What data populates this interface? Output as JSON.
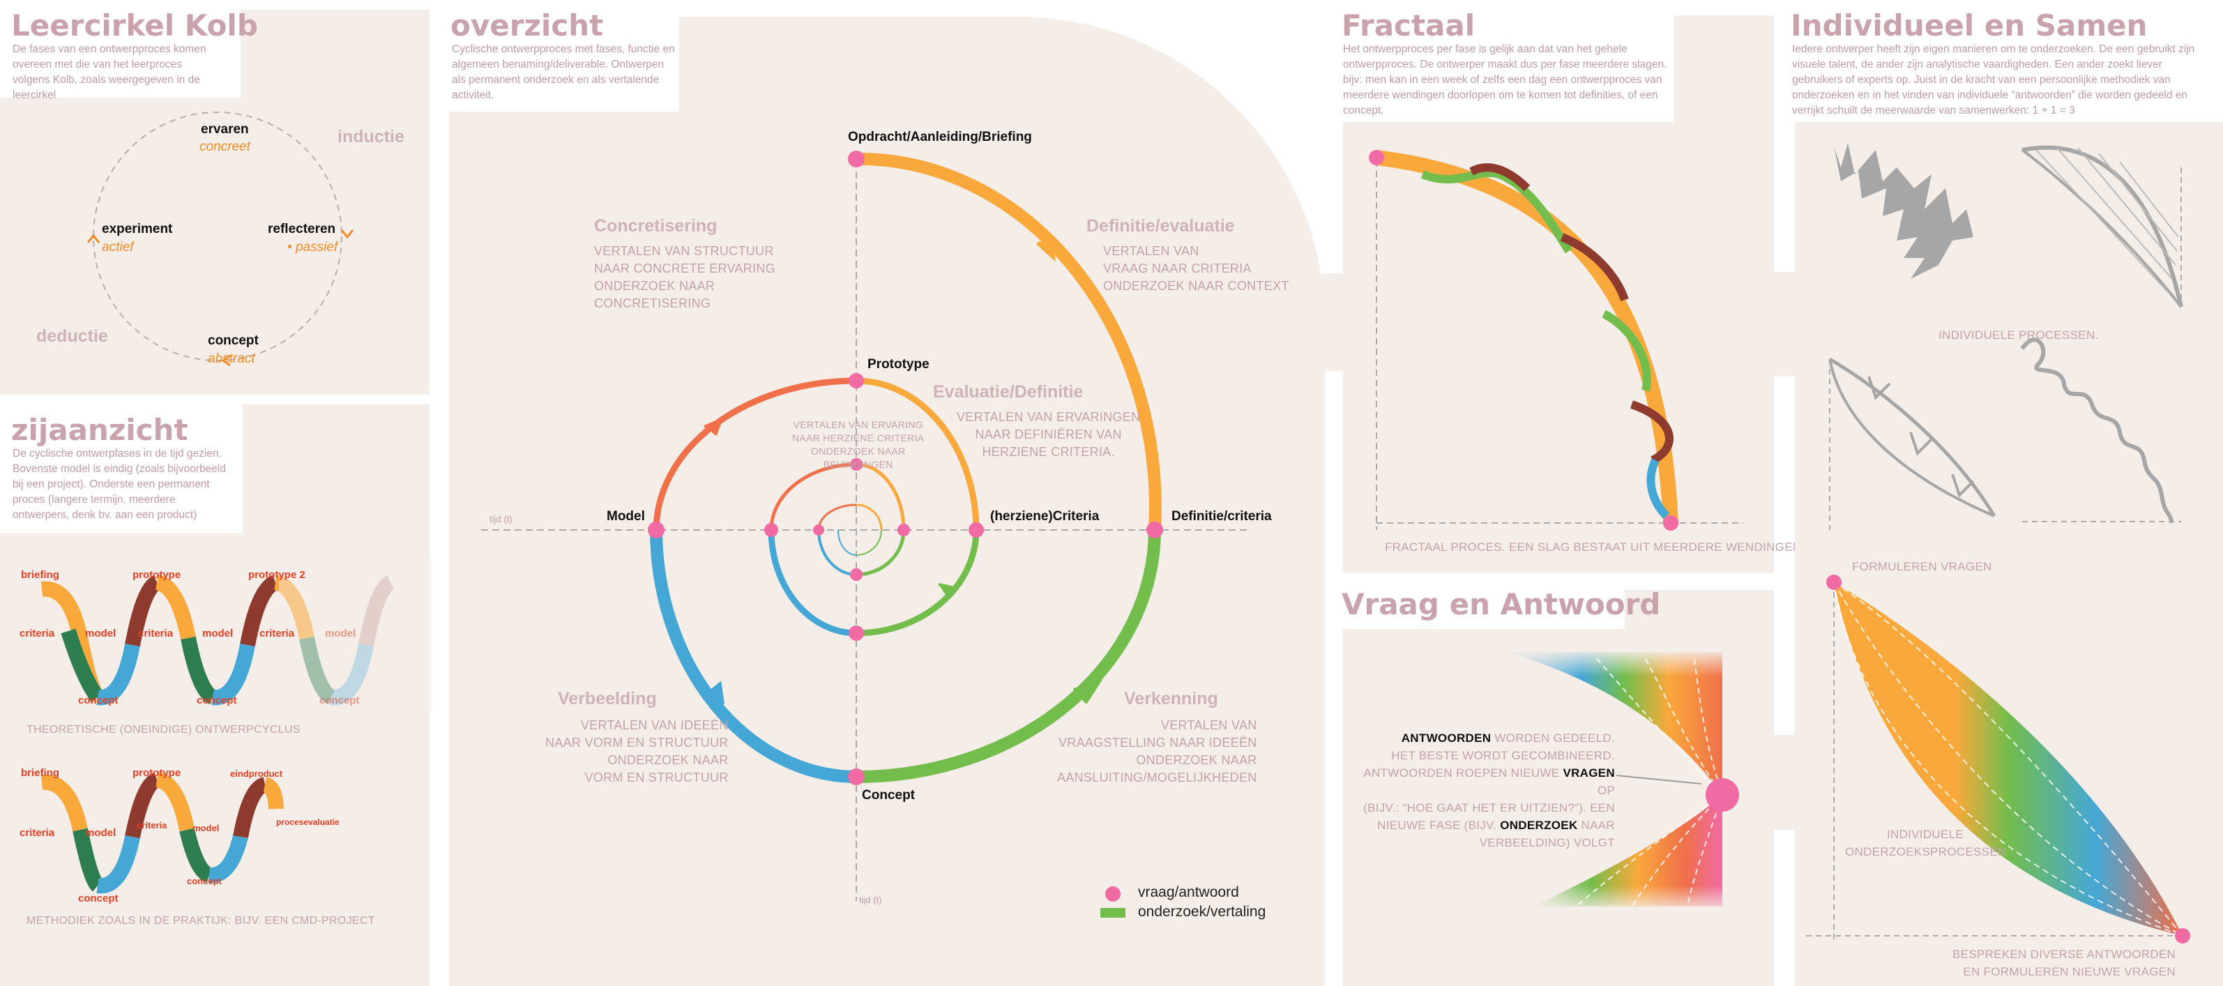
{
  "kolb": {
    "title": "Leercirkel Kolb",
    "desc": "De fases van een ontwerpproces komen overeen met die van het leerproces volgens Kolb, zoals weergegeven in de leercirkel",
    "inductie": "inductie",
    "deductie": "deductie",
    "ervaren": "ervaren",
    "concreet": "concreet",
    "reflecteren": "reflecteren",
    "passief": "passief",
    "concept": "concept",
    "abstract": "abstract",
    "experiment": "experiment",
    "actief": "actief"
  },
  "zijaanzicht": {
    "title": "zijaanzicht",
    "desc": "De cyclische ontwerpfases in de tijd gezien. Bovenste model is eindig (zoals bijvoorbeeld bij een project). Onderste een permanent proces (langere termijn, meerdere ontwerpers, denk bv. aan een product)",
    "wave1_labels": {
      "briefing": "briefing",
      "prototype": "prototype",
      "prototype2": "prototype 2",
      "criteria": "criteria",
      "model": "model",
      "concept": "concept"
    },
    "wave1_caption": "THEORETISCHE (ONEINDIGE) ONTWERPCYCLUS",
    "wave2_labels": {
      "briefing": "briefing",
      "prototype": "prototype",
      "eindproduct": "eindproduct",
      "criteria": "criteria",
      "model": "model",
      "concept": "concept",
      "procesevaluatie": "procesevaluatie"
    },
    "wave2_caption": "METHODIEK ZOALS IN DE PRAKTIJK: BIJV. EEN CMD-PROJECT"
  },
  "overzicht": {
    "title": "overzicht",
    "desc": "Cyclische ontwerpproces met fases, functie en algemeen benaming/deliverable. Ontwerpen als permanent onderzoek en als vertalende activiteit.",
    "nodes": {
      "top": "Opdracht/Aanleiding/Briefing",
      "right": "Definitie/criteria",
      "bottom": "Concept",
      "left": "Model",
      "inner_top": "Prototype",
      "inner_right": "(herziene)Criteria"
    },
    "axis_time": "tijd (t)",
    "phases": {
      "concretisering": {
        "title": "Concretisering",
        "text": "VERTALEN VAN STRUCTUUR\nNAAR CONCRETE ERVARING\nONDERZOEK NAAR\nCONCRETISERING"
      },
      "definitie": {
        "title": "Definitie/evaluatie",
        "text": "VERTALEN VAN\nVRAAG NAAR CRITERIA\nONDERZOEK NAAR CONTEXT"
      },
      "evaluatie": {
        "title": "Evaluatie/Definitie",
        "text": "VERTALEN VAN ERVARINGEN\nNAAR DEFINIËREN VAN\nHERZIENE CRITERIA."
      },
      "inner": {
        "text": "VERTALEN VAN ERVARING\nNAAR HERZIENE CRITERIA\nONDERZOEK NAAR\nBEVINDINGEN"
      },
      "verbeelding": {
        "title": "Verbeelding",
        "text": "VERTALEN VAN IDEEËN\nNAAR VORM EN STRUCTUUR\nONDERZOEK NAAR\nVORM EN STRUCTUUR"
      },
      "verkenning": {
        "title": "Verkenning",
        "text": "VERTALEN VAN\nVRAAGSTELLING NAAR IDEEËN\nONDERZOEK NAAR\nAANSLUITING/MOGELIJKHEDEN"
      }
    },
    "legend": {
      "point": "vraag/antwoord",
      "line": "onderzoek/vertaling"
    }
  },
  "fractaal": {
    "title": "Fractaal",
    "desc": "Het ontwerpproces per fase is gelijk aan dat van het gehele ontwerpproces. De ontwerper maakt dus per fase meerdere slagen. bijv: men kan in een week of zelfs een dag een ontwerpproces van meerdere wendingen doorlopen om te komen tot definities, of een concept.",
    "caption": "FRACTAAL PROCES. EEN SLAG BESTAAT UIT MEERDERE WENDINGEN."
  },
  "vraag": {
    "title": "Vraag en Antwoord",
    "text_parts": [
      "ANTWOORDEN",
      " WORDEN GEDEELD.",
      "HET BESTE WORDT GECOMBINEERD.",
      "ANTWOORDEN ROEPEN NIEUWE ",
      "VRAGEN",
      " OP",
      "(BIJV.: “HOE GAAT HET ER UITZIEN?”). EEN",
      "NIEUWE FASE (BIJV. ",
      "ONDERZOEK",
      " NAAR",
      "VERBEELDING) VOLGT"
    ]
  },
  "individueel": {
    "title": "Individueel en Samen",
    "desc": "Iedere ontwerper heeft zijn eigen manieren om te onderzoeken. De een gebruikt zijn visuele talent, de ander zijn analytische vaardigheden. Een ander zoekt liever gebruikers of experts op. Juist in de kracht van een persoonlijke methodiek van onderzoeken en in het vinden van individuele “antwoorden” die worden gedeeld en verrijkt schuilt de meerwaarde van samenwerken: 1 + 1 = 3",
    "caption_individual": "INDIVIDUELE PROCESSEN.",
    "formuleren": "FORMULEREN VRAGEN",
    "individuele": "INDIVIDUELE\nONDERZOEKSPROCESSEN",
    "bespreken": "BESPREKEN DIVERSE ANTWOORDEN\nEN FORMULEREN NIEUWE VRAGEN"
  },
  "colors": {
    "orange": "#f9a93c",
    "green": "#73bd4c",
    "blue": "#45a7d6",
    "red": "#f0704a",
    "pink": "#f06aa3",
    "panel": "#f4ede8",
    "title": "#c9a2ac"
  }
}
